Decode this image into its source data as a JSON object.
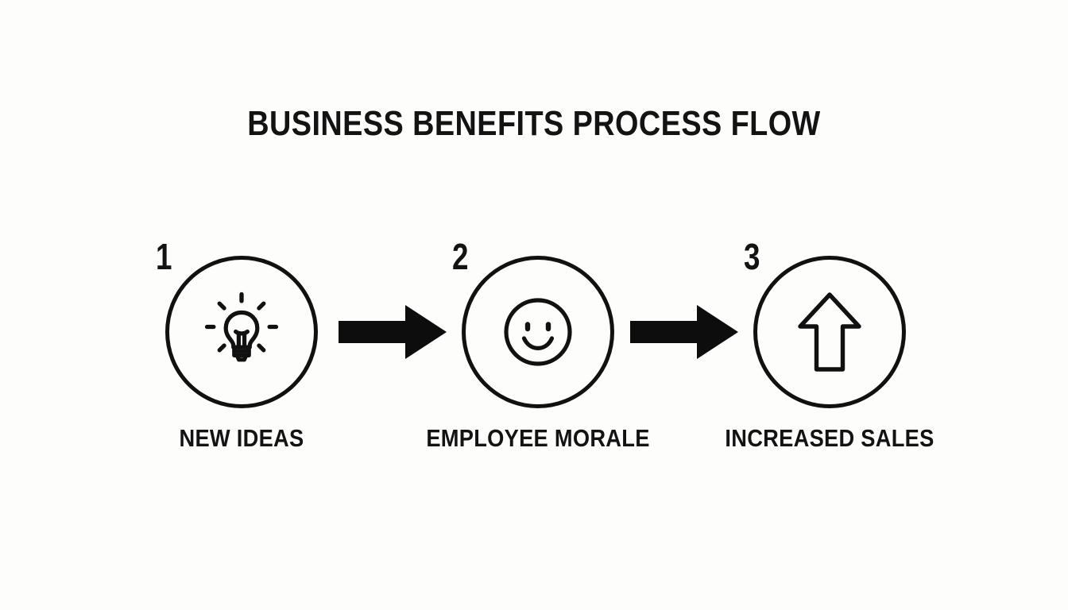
{
  "canvas": {
    "background_color": "#fdfdfc",
    "ink_color": "#111111"
  },
  "header": {
    "title": "BUSINESS BENEFITS PROCESS FLOW"
  },
  "diagram": {
    "type": "process-flow",
    "orientation": "horizontal",
    "step_count": 3,
    "steps": [
      {
        "number": "1",
        "label": "NEW IDEAS",
        "icon": "lightbulb-icon"
      },
      {
        "number": "2",
        "label": "EMPLOYEE MORALE",
        "icon": "smiley-face-icon"
      },
      {
        "number": "3",
        "label": "INCREASED SALES",
        "icon": "up-arrow-icon"
      }
    ],
    "connectors": [
      {
        "icon": "right-arrow-icon",
        "from": "1",
        "to": "2"
      },
      {
        "icon": "right-arrow-icon",
        "from": "2",
        "to": "3"
      }
    ]
  }
}
